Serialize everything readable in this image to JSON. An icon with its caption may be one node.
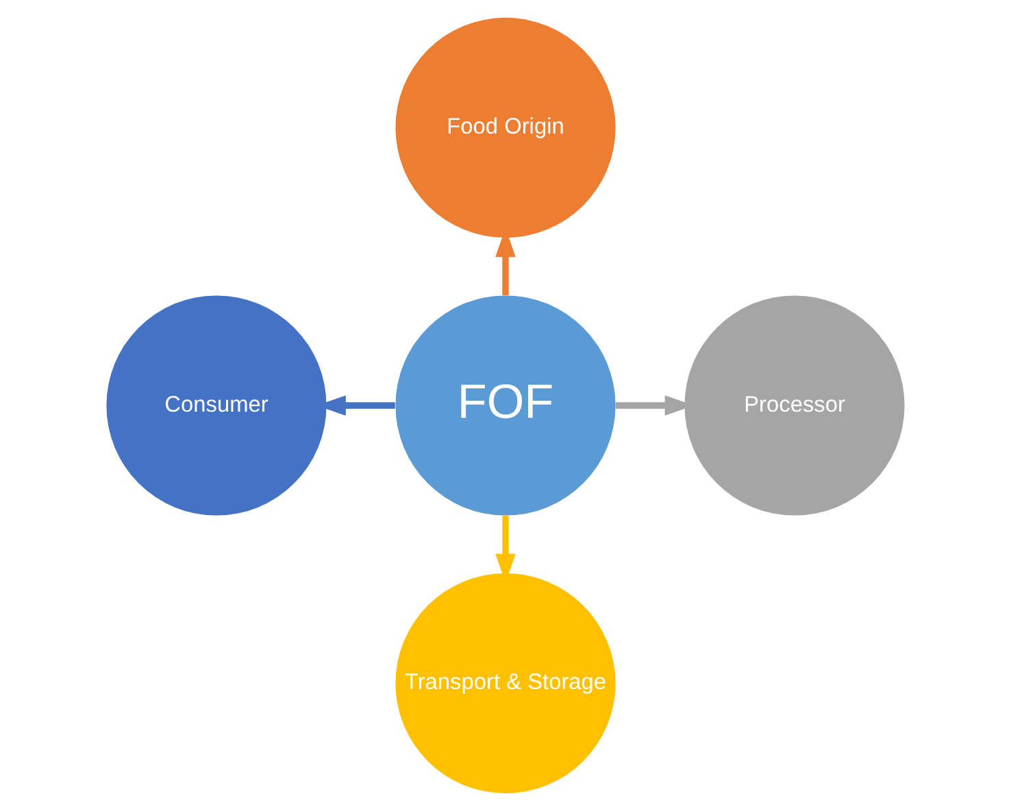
{
  "diagram": {
    "nodes": [
      {
        "text": [
          "Food Origin"
        ]
      },
      {
        "text": [
          "Consumer"
        ]
      },
      {
        "text": [
          "FOF"
        ]
      },
      {
        "text": [
          "Processor"
        ]
      },
      {
        "text": [
          "Transport & Storage"
        ]
      }
    ],
    "edges": [
      {
        "from": 2,
        "to": 0,
        "arrow": "to",
        "color": "#ed7d31"
      },
      {
        "from": 2,
        "to": 1,
        "arrow": "to",
        "color": "#4472c4"
      },
      {
        "from": 2,
        "to": 3,
        "arrow": "to",
        "color": "#a5a5a5"
      },
      {
        "from": 2,
        "to": 4,
        "arrow": "to",
        "color": "#ffc000"
      }
    ]
  }
}
